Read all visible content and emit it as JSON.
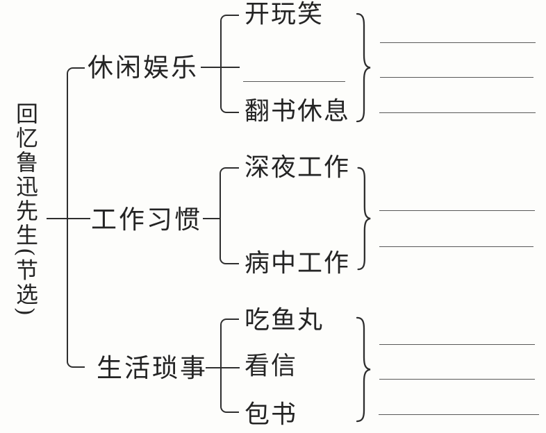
{
  "diagram": {
    "root_title": "回忆鲁迅先生(节选)",
    "ink_color": "#2e2e2e",
    "answer_line_color": "#575757",
    "background_color": "#fdfdfb",
    "branches": [
      {
        "label": "休闲娱乐",
        "children": [
          {
            "text": "开玩笑",
            "blank": false
          },
          {
            "text": "",
            "blank": true
          },
          {
            "text": "翻书休息",
            "blank": false
          }
        ],
        "answer_line_count": 3
      },
      {
        "label": "工作习惯",
        "children": [
          {
            "text": "深夜工作",
            "blank": false
          },
          {
            "text": "病中工作",
            "blank": false
          }
        ],
        "answer_line_count": 2
      },
      {
        "label": "生活琐事",
        "children": [
          {
            "text": "吃鱼丸",
            "blank": false
          },
          {
            "text": "看信",
            "blank": false
          },
          {
            "text": "包书",
            "blank": false
          }
        ],
        "answer_line_count": 3
      }
    ]
  }
}
